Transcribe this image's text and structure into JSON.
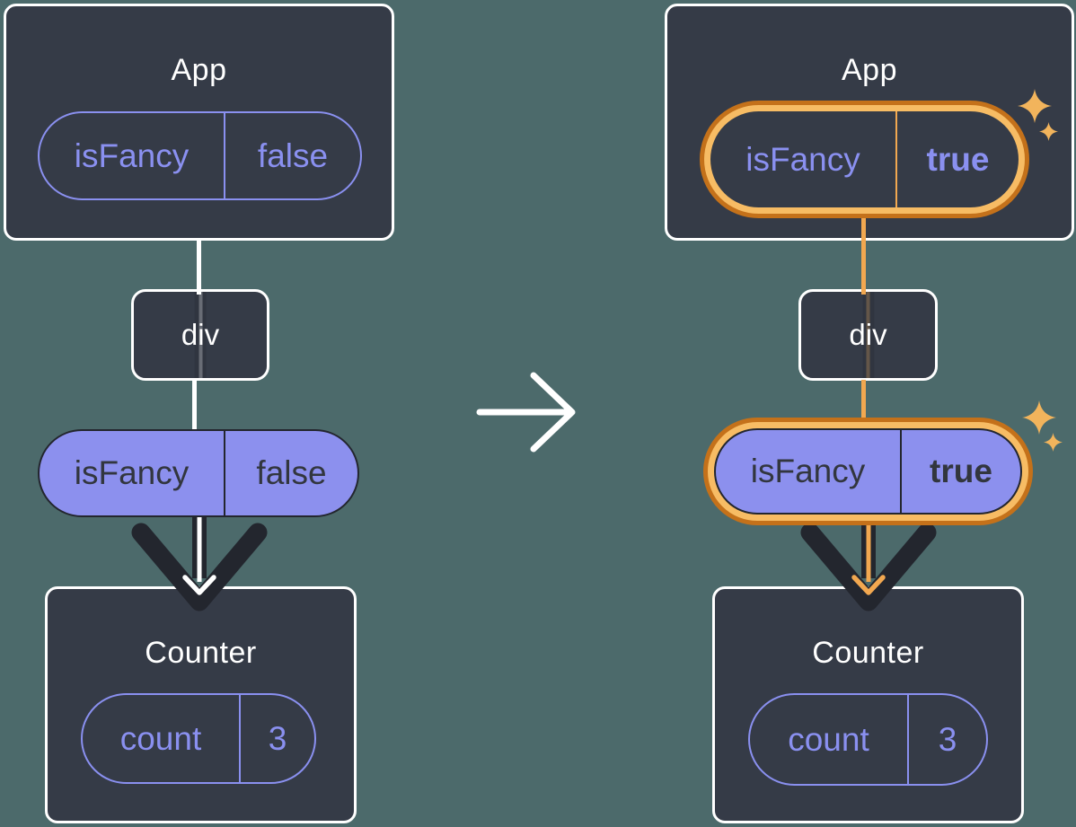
{
  "colors": {
    "bg": "#4C6A6B",
    "box": "#353B47",
    "purple": "#8A90F0",
    "purpleFill": "#8C90EE",
    "darkText": "#32363E",
    "darkline": "#23262E",
    "orangeDark": "#C4711A",
    "orangeLight": "#F7BC64",
    "orangeCore": "#F2A850",
    "sparkle": "#F2B45C",
    "arrowDark": "#23262E",
    "white": "#FFFFFF"
  },
  "before": {
    "app": {
      "title": "App",
      "prop": {
        "name": "isFancy",
        "value": "false"
      }
    },
    "container": {
      "label": "div"
    },
    "passed_prop": {
      "name": "isFancy",
      "value": "false"
    },
    "counter": {
      "title": "Counter",
      "state": {
        "name": "count",
        "value": "3"
      }
    }
  },
  "after": {
    "app": {
      "title": "App",
      "prop": {
        "name": "isFancy",
        "value": "true"
      }
    },
    "container": {
      "label": "div"
    },
    "passed_prop": {
      "name": "isFancy",
      "value": "true"
    },
    "counter": {
      "title": "Counter",
      "state": {
        "name": "count",
        "value": "3"
      }
    }
  },
  "icons": {
    "transition": "arrow-right-icon",
    "highlight": "sparkle-icon"
  }
}
